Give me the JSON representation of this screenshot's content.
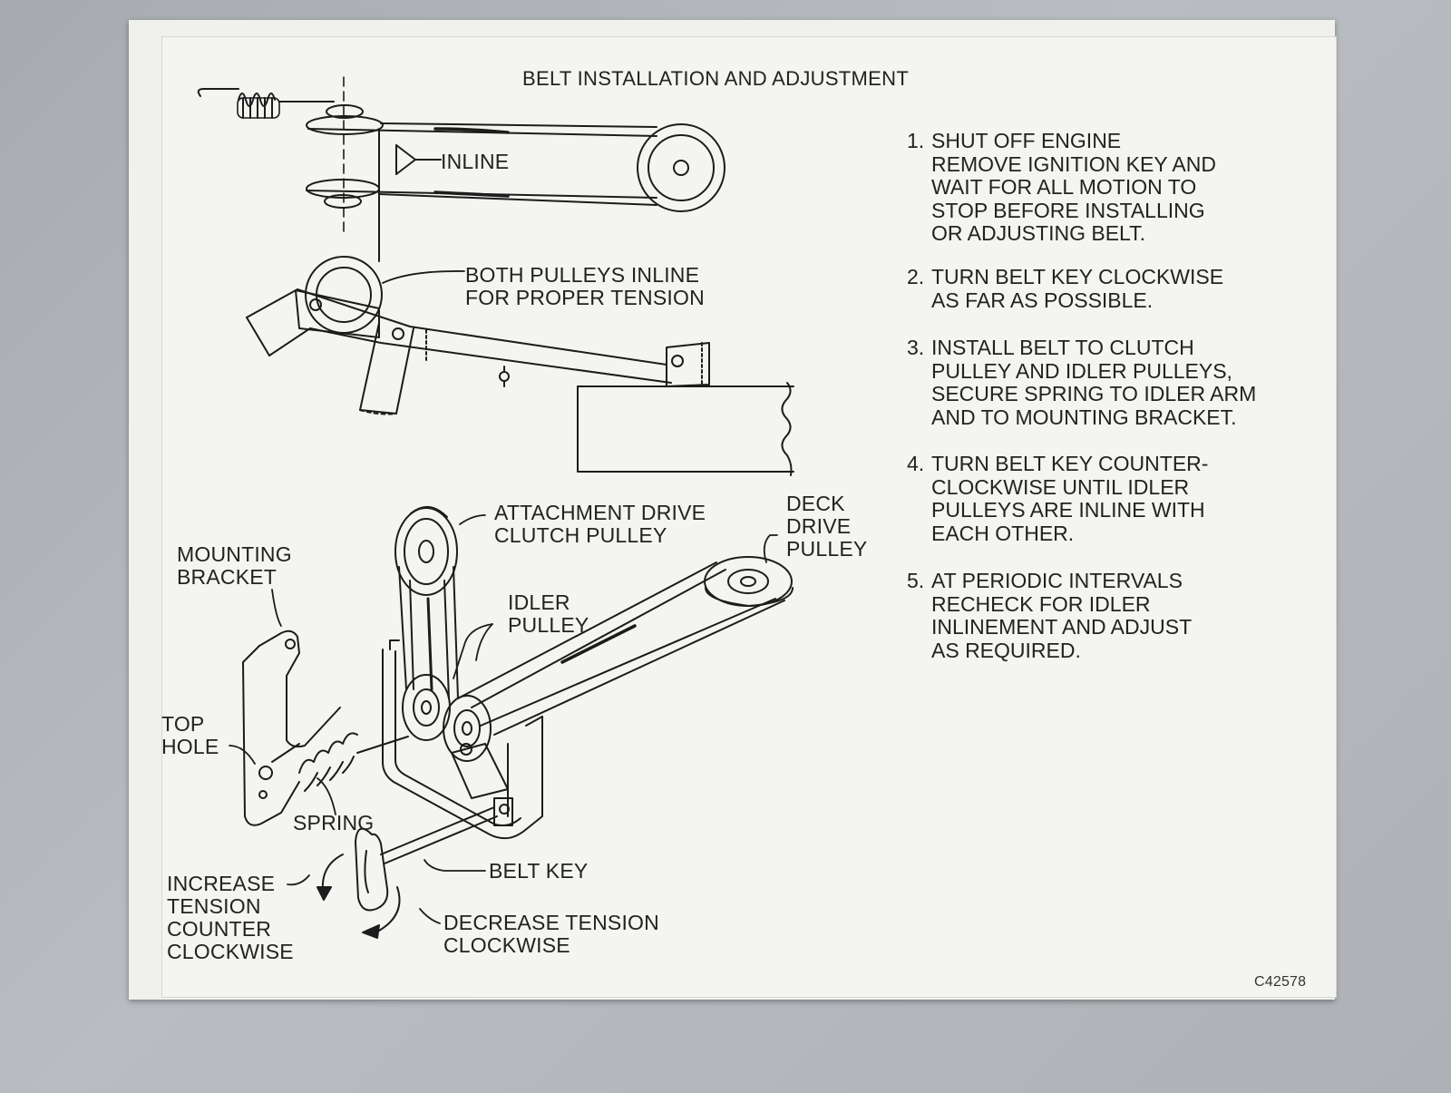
{
  "title": "BELT INSTALLATION AND ADJUSTMENT",
  "labels": {
    "inline": "INLINE",
    "both_pulleys": "BOTH PULLEYS INLINE\nFOR PROPER TENSION",
    "attachment_drive": "ATTACHMENT DRIVE\nCLUTCH PULLEY",
    "deck_drive": "DECK\nDRIVE\nPULLEY",
    "mounting_bracket": "MOUNTING\nBRACKET",
    "idler_pulley": "IDLER\nPULLEY",
    "top_hole": "TOP\nHOLE",
    "spring": "SPRING",
    "belt_key": "BELT KEY",
    "increase_tension": "INCREASE\nTENSION\nCOUNTER\nCLOCKWISE",
    "decrease_tension": "DECREASE TENSION\nCLOCKWISE"
  },
  "steps": [
    {
      "num": "1.",
      "text": "SHUT OFF ENGINE\nREMOVE IGNITION KEY AND\nWAIT FOR ALL MOTION TO\nSTOP BEFORE INSTALLING\nOR ADJUSTING BELT."
    },
    {
      "num": "2.",
      "text": "TURN BELT KEY CLOCKWISE\nAS FAR AS POSSIBLE."
    },
    {
      "num": "3.",
      "text": "INSTALL BELT TO CLUTCH\nPULLEY AND IDLER PULLEYS,\nSECURE SPRING TO IDLER ARM\nAND TO MOUNTING BRACKET."
    },
    {
      "num": "4.",
      "text": "TURN BELT KEY COUNTER-\nCLOCKWISE UNTIL IDLER\nPULLEYS ARE INLINE WITH\nEACH OTHER."
    },
    {
      "num": "5.",
      "text": "AT PERIODIC INTERVALS\nRECHECK FOR IDLER\nINLINEMENT AND ADJUST\nAS REQUIRED."
    }
  ],
  "part_code": "C42578"
}
